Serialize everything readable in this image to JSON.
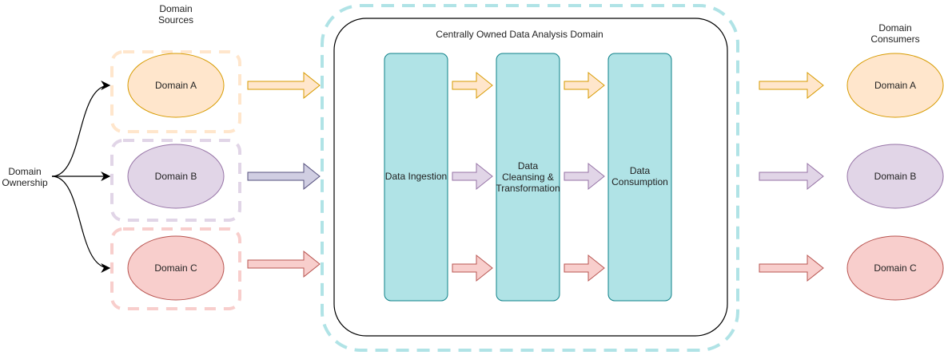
{
  "sources": {
    "title": "Domain\nSources",
    "domains": [
      {
        "label": "Domain A",
        "fill": "#ffe6cc",
        "stroke": "#d79b00"
      },
      {
        "label": "Domain B",
        "fill": "#e1d5e7",
        "stroke": "#9673a6"
      },
      {
        "label": "Domain C",
        "fill": "#f8cecc",
        "stroke": "#b85450"
      }
    ]
  },
  "ownership": {
    "label": "Domain\nOwnership"
  },
  "central": {
    "title": "Centrally Owned Data Analysis Domain",
    "border_color": "#b0e3e6",
    "stages": [
      {
        "label": "Data Ingestion"
      },
      {
        "label": "Data\nCleansing &\nTransformation"
      },
      {
        "label": "Data\nConsumption"
      }
    ],
    "stage_fill": "#b0e3e6",
    "stage_stroke": "#0e8088"
  },
  "consumers": {
    "title": "Domain\nConsumers",
    "domains": [
      {
        "label": "Domain A",
        "fill": "#ffe6cc",
        "stroke": "#d79b00"
      },
      {
        "label": "Domain B",
        "fill": "#e1d5e7",
        "stroke": "#9673a6"
      },
      {
        "label": "Domain C",
        "fill": "#f8cecc",
        "stroke": "#b85450"
      }
    ]
  },
  "arrow_colors": {
    "a": {
      "fill": "#ffe6cc",
      "stroke": "#d79b00"
    },
    "b_light": {
      "fill": "#e1d5e7",
      "stroke": "#9673a6"
    },
    "b_dark": {
      "fill": "#d0cee2",
      "stroke": "#56517e"
    },
    "c": {
      "fill": "#f8cecc",
      "stroke": "#b85450"
    }
  }
}
